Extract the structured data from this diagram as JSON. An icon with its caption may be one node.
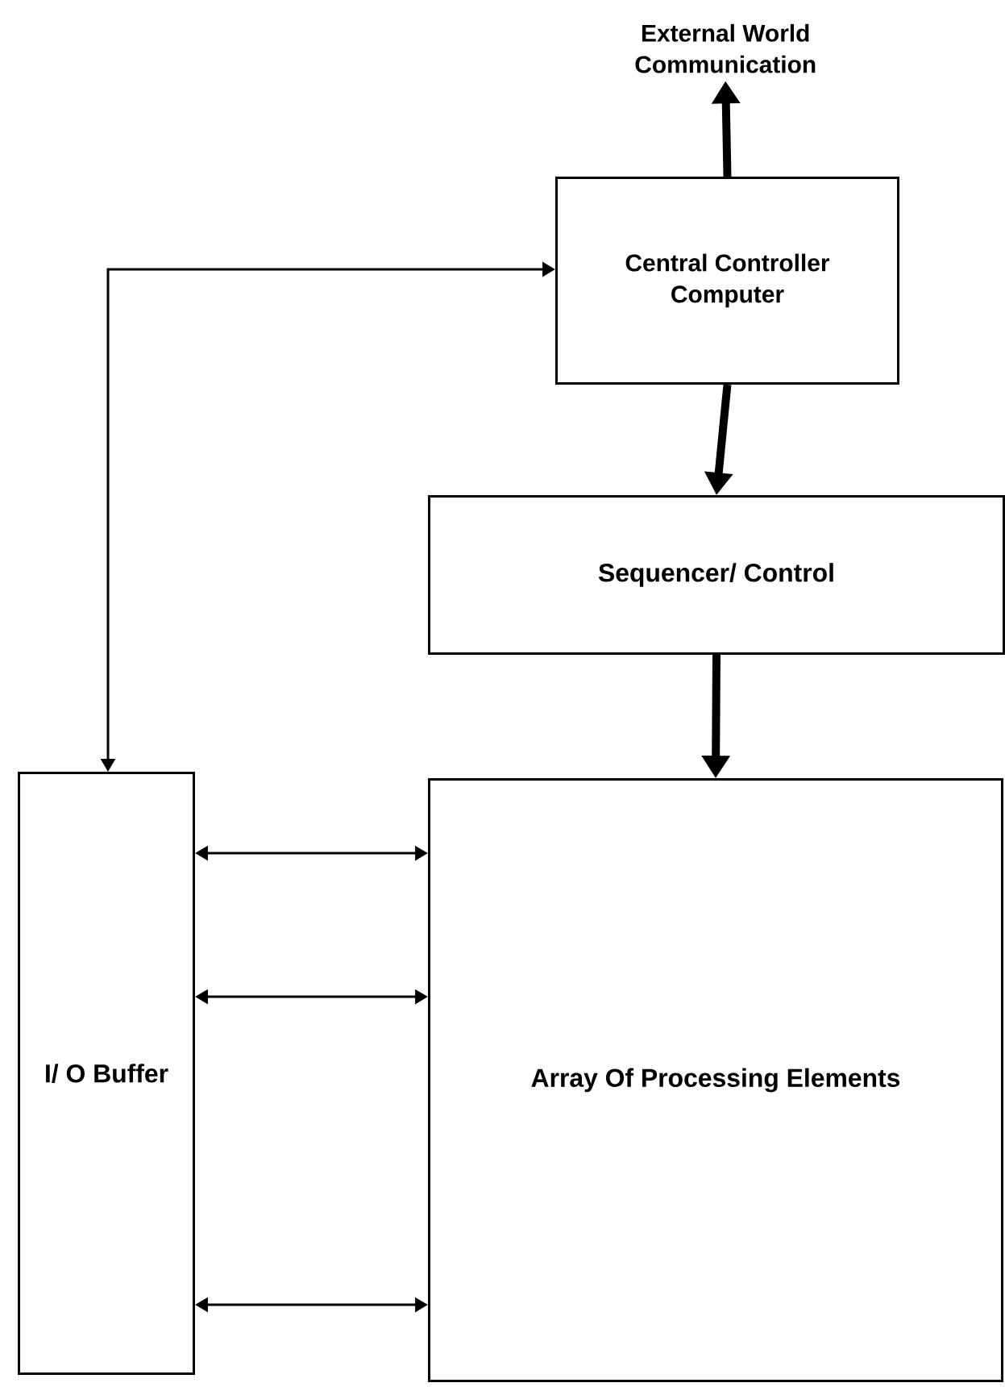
{
  "diagram": {
    "nodes": [
      {
        "text": [
          "External World Communication"
        ]
      },
      {
        "text": [
          "Central Controller Computer"
        ]
      },
      {
        "text": [
          "Sequencer/ Control"
        ]
      },
      {
        "text": [
          "I/ O Buffer"
        ]
      },
      {
        "text": [
          "Array Of Processing Elements"
        ]
      }
    ],
    "edges": [
      {
        "from": 1,
        "to": 0,
        "arrow": "to",
        "style": "thick"
      },
      {
        "from": 3,
        "to": 1,
        "arrow": "both"
      },
      {
        "from": 1,
        "to": 2,
        "arrow": "to",
        "style": "thick"
      },
      {
        "from": 2,
        "to": 4,
        "arrow": "to",
        "style": "thick"
      },
      {
        "from": 3,
        "to": 4,
        "arrow": "both"
      },
      {
        "from": 3,
        "to": 4,
        "arrow": "both"
      },
      {
        "from": 3,
        "to": 4,
        "arrow": "both"
      }
    ]
  }
}
